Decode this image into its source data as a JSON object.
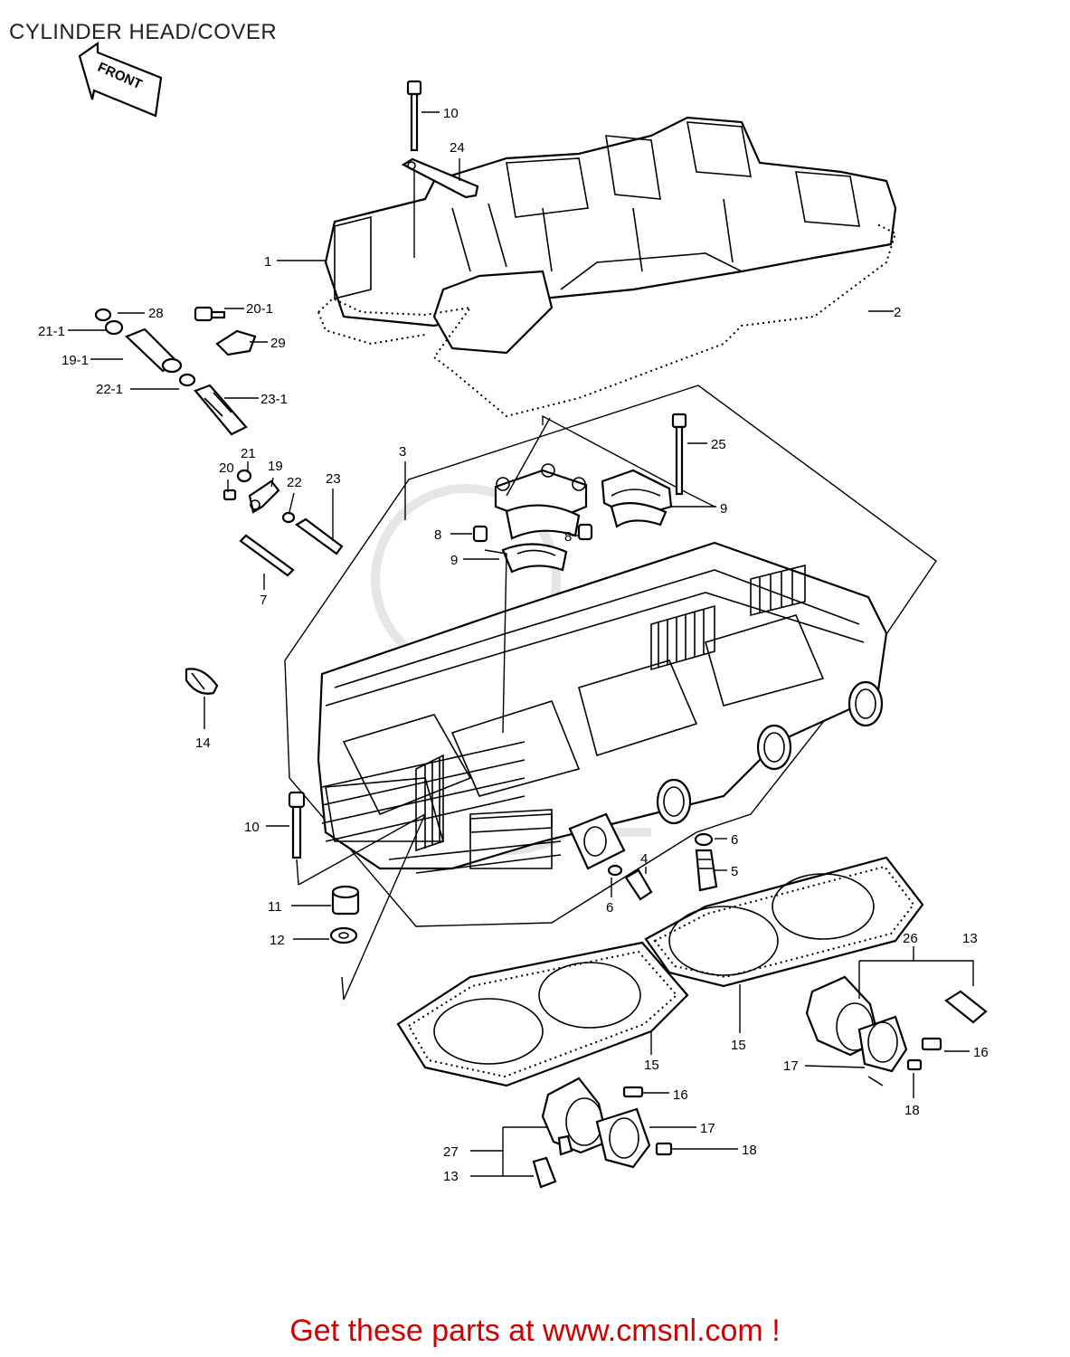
{
  "title": "CYLINDER HEAD/COVER",
  "front_label": "FRONT",
  "banner": "Get these parts at www.cmsnl.com !",
  "callouts": [
    {
      "id": "c-10-top",
      "text": "10"
    },
    {
      "id": "c-24",
      "text": "24"
    },
    {
      "id": "c-1",
      "text": "1"
    },
    {
      "id": "c-2",
      "text": "2"
    },
    {
      "id": "c-28",
      "text": "28"
    },
    {
      "id": "c-21-1",
      "text": "21-1"
    },
    {
      "id": "c-19-1",
      "text": "19-1"
    },
    {
      "id": "c-22-1",
      "text": "22-1"
    },
    {
      "id": "c-20-1",
      "text": "20-1"
    },
    {
      "id": "c-29",
      "text": "29"
    },
    {
      "id": "c-23-1",
      "text": "23-1"
    },
    {
      "id": "c-3",
      "text": "3"
    },
    {
      "id": "c-25",
      "text": "25"
    },
    {
      "id": "c-9-right",
      "text": "9"
    },
    {
      "id": "c-21",
      "text": "21"
    },
    {
      "id": "c-20",
      "text": "20"
    },
    {
      "id": "c-19",
      "text": "19"
    },
    {
      "id": "c-22",
      "text": "22"
    },
    {
      "id": "c-23",
      "text": "23"
    },
    {
      "id": "c-8-left",
      "text": "8"
    },
    {
      "id": "c-8-right",
      "text": "8"
    },
    {
      "id": "c-9-left",
      "text": "9"
    },
    {
      "id": "c-7",
      "text": "7"
    },
    {
      "id": "c-14",
      "text": "14"
    },
    {
      "id": "c-10-bottom",
      "text": "10"
    },
    {
      "id": "c-6-upper",
      "text": "6"
    },
    {
      "id": "c-4",
      "text": "4"
    },
    {
      "id": "c-5",
      "text": "5"
    },
    {
      "id": "c-6-lower",
      "text": "6"
    },
    {
      "id": "c-11",
      "text": "11"
    },
    {
      "id": "c-12",
      "text": "12"
    },
    {
      "id": "c-26",
      "text": "26"
    },
    {
      "id": "c-13-right",
      "text": "13"
    },
    {
      "id": "c-15-right",
      "text": "15"
    },
    {
      "id": "c-15-left",
      "text": "15"
    },
    {
      "id": "c-16-right",
      "text": "16"
    },
    {
      "id": "c-17-right",
      "text": "17"
    },
    {
      "id": "c-18-right",
      "text": "18"
    },
    {
      "id": "c-16-lower",
      "text": "16"
    },
    {
      "id": "c-17-lower",
      "text": "17"
    },
    {
      "id": "c-18-lower",
      "text": "18"
    },
    {
      "id": "c-27",
      "text": "27"
    },
    {
      "id": "c-13-lower",
      "text": "13"
    }
  ]
}
